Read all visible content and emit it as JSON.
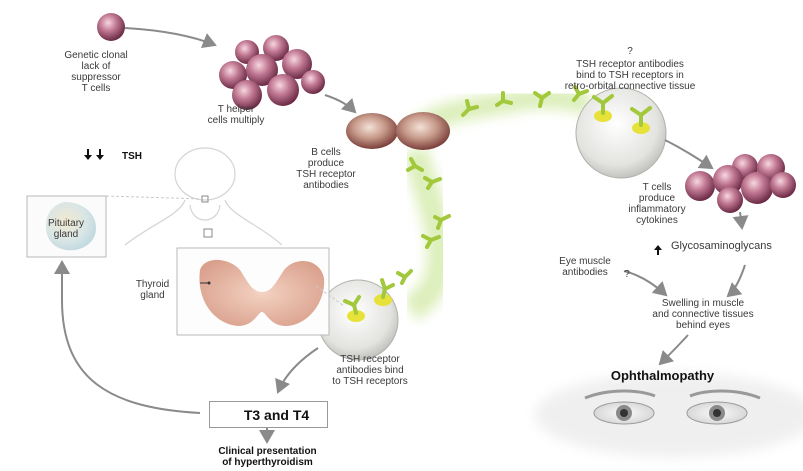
{
  "labels": {
    "genetic": "Genetic clonal\nlack of\nsuppressor\nT cells",
    "t_helper": "T helper\ncells multiply",
    "b_cells": "B cells\nproduce\nTSH receptor\nantibodies",
    "tsh_down": "TSH",
    "pituitary": "Pituitary\ngland",
    "thyroid": "Thyroid\ngland",
    "q_top": "?",
    "retro_orbital": "TSH receptor antibodies\nbind to TSH receptors in\nretro-orbital connective tissue",
    "t_cells": "T cells\nproduce\ninflammatory\ncytokines",
    "gag": "Glycosaminoglycans",
    "eye_muscle": "Eye muscle\nantibodies",
    "q_mid": "?",
    "swelling": "Swelling in muscle\nand connective tissues\nbehind eyes",
    "ophthalmopathy": "Ophthalmopathy",
    "tsh_bind": "TSH receptor\nantibodies bind\nto TSH receptors",
    "t3t4": "T3 and T4",
    "clinical": "Clinical presentation\nof hyperthyroidism"
  },
  "colors": {
    "cell": "#b05a78",
    "antibody": "#9cc23a",
    "arrow": "#8a8a8a",
    "thyroid": "#e9b9a4",
    "receptor_yellow": "#e6e23a",
    "glow": "#cfe6a0"
  }
}
